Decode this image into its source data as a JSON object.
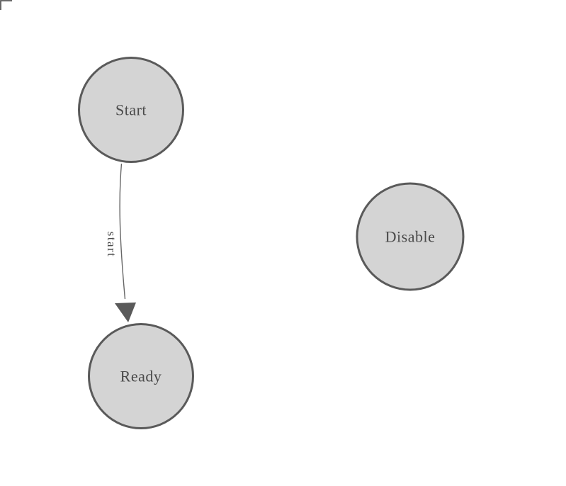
{
  "diagram": {
    "nodes": [
      {
        "id": "start",
        "label": "Start"
      },
      {
        "id": "ready",
        "label": "Ready"
      },
      {
        "id": "disable",
        "label": "Disable"
      }
    ],
    "edges": [
      {
        "from": "Start",
        "to": "Ready",
        "label": "start"
      }
    ],
    "colors": {
      "background": "#ffffff",
      "node_fill": "#d4d4d4",
      "node_stroke": "#5a5a5a",
      "label_text": "#4a4a4a",
      "edge_stroke": "#666666",
      "arrow_fill": "#5a5a5a",
      "corner_mark": "#555555"
    }
  }
}
